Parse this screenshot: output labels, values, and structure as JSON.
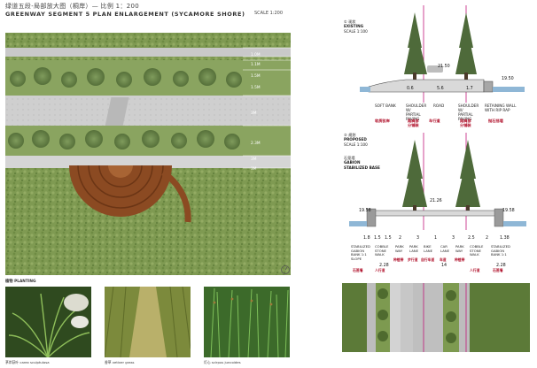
{
  "header": {
    "title_cn": "绿道五段-局部放大图（桐岸）— 比例 1：200",
    "title_en": "GREENWAY SEGMENT 5 PLAN ENLARGEMENT (SYCAMORE SHORE)",
    "scale": "SCALE 1:200"
  },
  "plan": {
    "widths": [
      "1.0M",
      "1.1M",
      "1.5M",
      "1.5M",
      "3M",
      "2.3M",
      "3M",
      "3M"
    ]
  },
  "planting": {
    "heading": "植物 PLANTING",
    "photos": [
      {
        "caption": "茅岸荻叶 carex sculptulosa"
      },
      {
        "caption": "香草 vetiver grass"
      },
      {
        "caption": "灯心 scirpus juncoides"
      }
    ]
  },
  "existing": {
    "title_cn": "① 现状",
    "title_en": "EXISTING",
    "scale": "SCALE 1:100",
    "dims": [
      "0.6",
      "5.6",
      "1.7"
    ],
    "elev_left": "21.50",
    "elev_right": "19.50",
    "labels": [
      {
        "en": "SOFT BANK",
        "cn": "软质驳岸"
      },
      {
        "en": "SHOULDER W/ PARTIAL PAVING",
        "cn": "路肩部分铺装"
      },
      {
        "en": "ROAD",
        "cn": "车行道"
      },
      {
        "en": "SHOULDER W/ PARTIAL PAVING",
        "cn": "路肩部分铺装"
      },
      {
        "en": "RETAINING WALL WITH RIP RAP",
        "cn": "抛石挡墙"
      }
    ]
  },
  "proposed": {
    "title_cn": "② 规划",
    "title_en": "PROPOSED",
    "scale": "SCALE 1:100",
    "gabion_cn": "石笼墙",
    "gabion_en": "GABION",
    "stab_en": "STABILIZED BASE",
    "elev_left": "19.58",
    "elev_mid": "21.26",
    "elev_right": "19.58",
    "dims_top": [
      "1.8",
      "1.5",
      "1.5",
      "2",
      "3",
      "1",
      "3",
      "2.5",
      "2",
      "1.38"
    ],
    "dims_bottom": [
      "2.28",
      "14",
      "2.28"
    ],
    "labels": [
      {
        "en": "STABILIZED GABION BANK 1:1 SLOPE",
        "cn": "石笼墙"
      },
      {
        "en": "COBBLE STONE WALK",
        "cn": "人行道"
      },
      {
        "en": "PARK WAY",
        "cn": "种植带"
      },
      {
        "en": "PARK LANE",
        "cn": "步行道"
      },
      {
        "en": "BIKE LANE",
        "cn": "自行车道"
      },
      {
        "en": "CAR LANE",
        "cn": "车道"
      },
      {
        "en": "PARK WAY",
        "cn": "种植带"
      },
      {
        "en": "COBBLE STONE WALK",
        "cn": "人行道"
      },
      {
        "en": "STABILIZED GABION BANK 1:1",
        "cn": "石笼墙"
      }
    ]
  },
  "colors": {
    "accent_red": "#b0102a",
    "magenta": "#c2187a",
    "grass": "#7a9a4a",
    "road": "#c8c8c8",
    "deck": "#8b4a22"
  }
}
